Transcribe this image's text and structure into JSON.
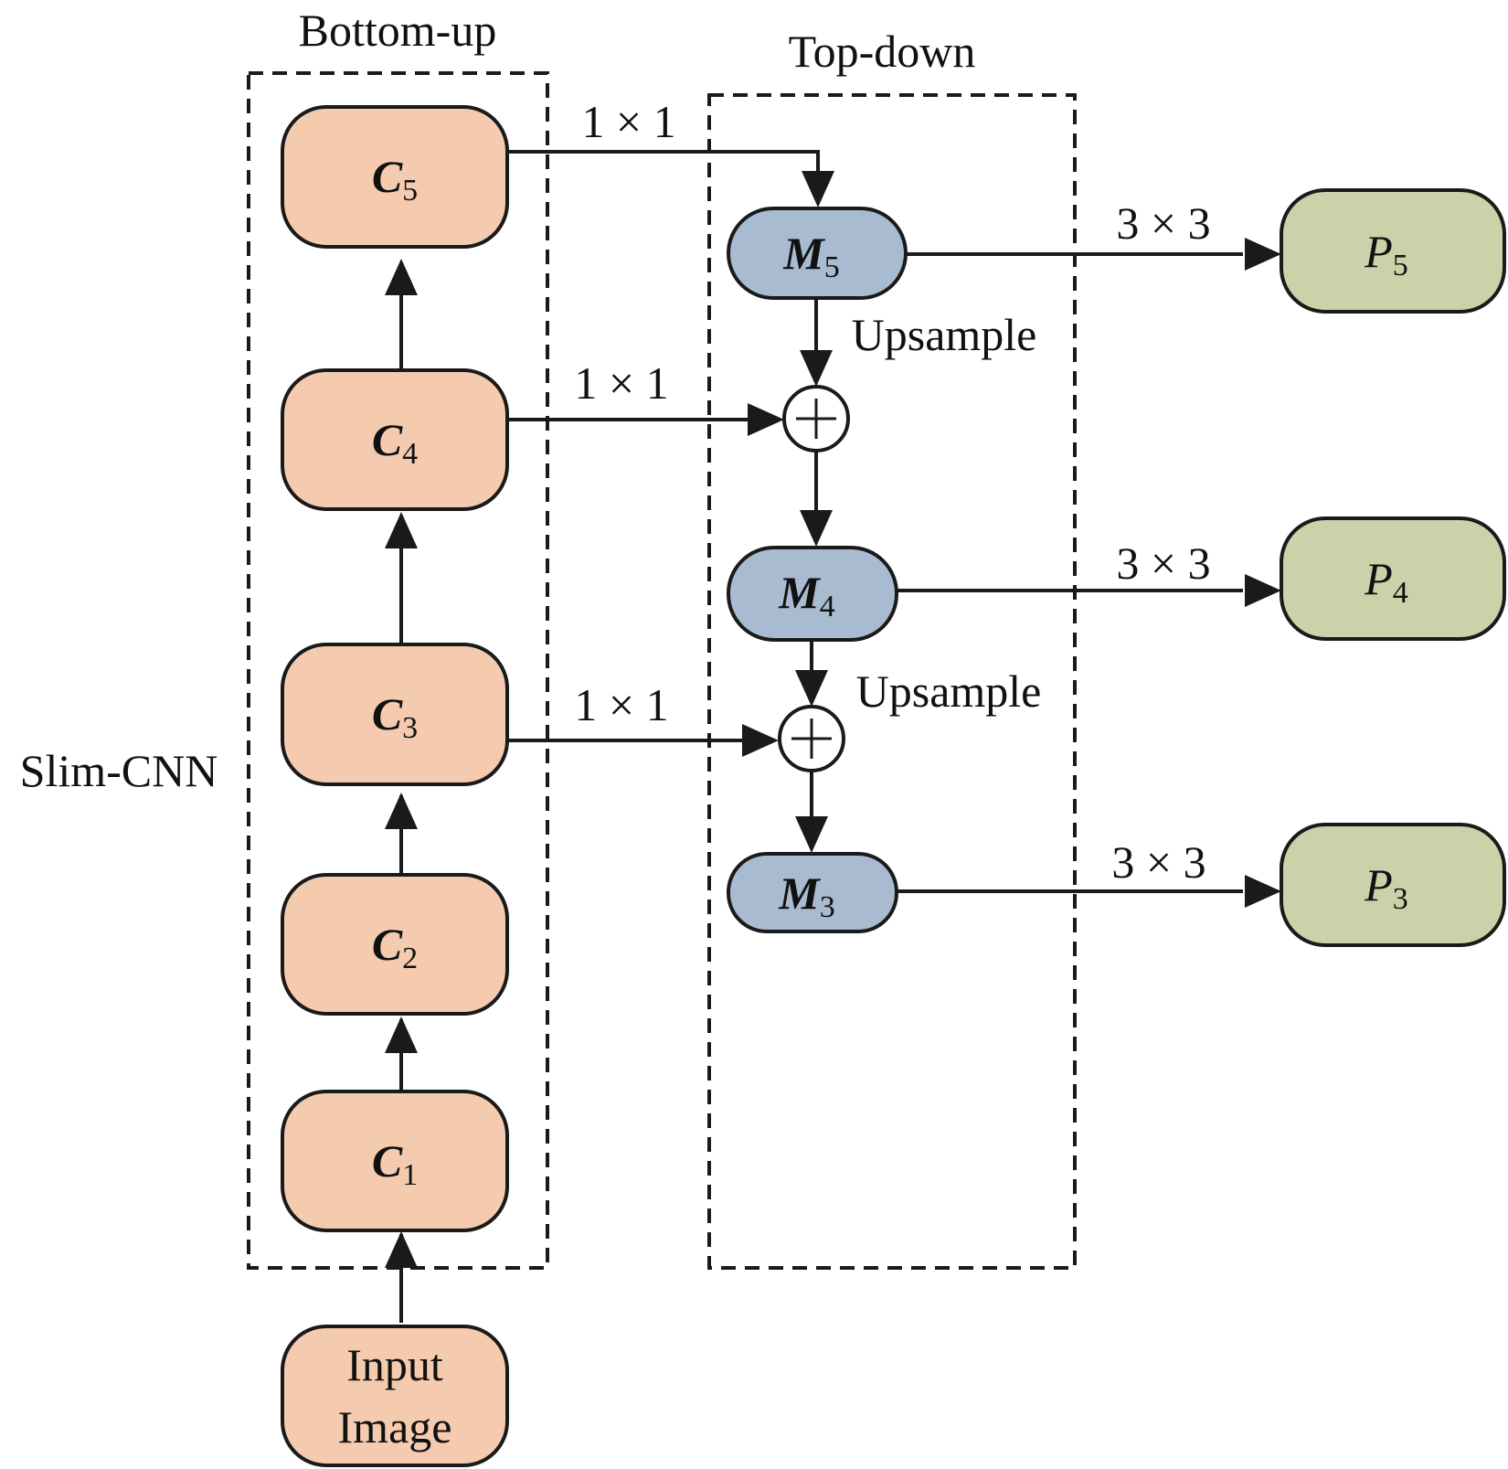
{
  "labels": {
    "bottom_up": "Bottom-up",
    "top_down": "Top-down",
    "slim_cnn": "Slim-CNN",
    "conv1x1": "1 × 1",
    "conv3x3": "3 × 3",
    "upsample": "Upsample",
    "input_line1": "Input",
    "input_line2": "Image"
  },
  "bottom_up_nodes": [
    {
      "letter": "C",
      "index": "5"
    },
    {
      "letter": "C",
      "index": "4"
    },
    {
      "letter": "C",
      "index": "3"
    },
    {
      "letter": "C",
      "index": "2"
    },
    {
      "letter": "C",
      "index": "1"
    }
  ],
  "merge_nodes": [
    {
      "letter": "M",
      "index": "5"
    },
    {
      "letter": "M",
      "index": "4"
    },
    {
      "letter": "M",
      "index": "3"
    }
  ],
  "pyramid_nodes": [
    {
      "letter": "P",
      "index": "5"
    },
    {
      "letter": "P",
      "index": "4"
    },
    {
      "letter": "P",
      "index": "3"
    }
  ],
  "colors": {
    "c_fill": "#f5cbb0",
    "m_fill": "#a9bbd0",
    "p_fill": "#cdd1a9",
    "stroke": "#1a1a1a"
  }
}
